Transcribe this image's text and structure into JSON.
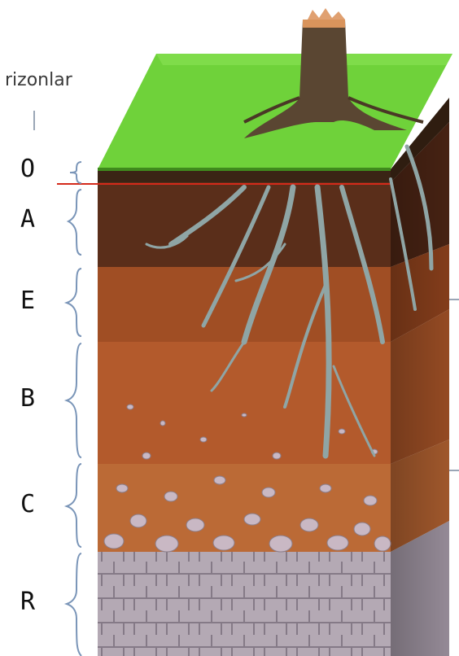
{
  "heading": "rizonlar",
  "horizons": [
    {
      "label": "O"
    },
    {
      "label": "A"
    },
    {
      "label": "E"
    },
    {
      "label": "B"
    },
    {
      "label": "C"
    },
    {
      "label": "R"
    }
  ]
}
